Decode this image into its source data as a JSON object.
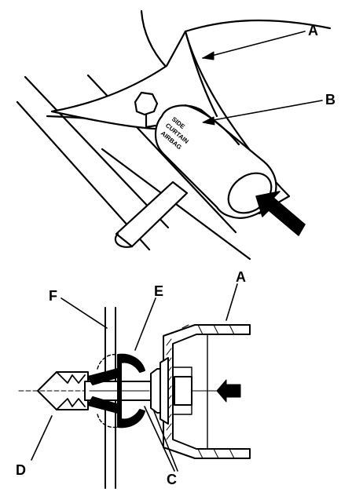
{
  "callouts": {
    "top_a": "A",
    "top_b": "B",
    "bottom_a": "A",
    "c": "C",
    "d": "D",
    "e": "E",
    "f": "F"
  },
  "housing_marking": [
    "SIDE",
    "CURTAIN",
    "AIRBAG"
  ]
}
